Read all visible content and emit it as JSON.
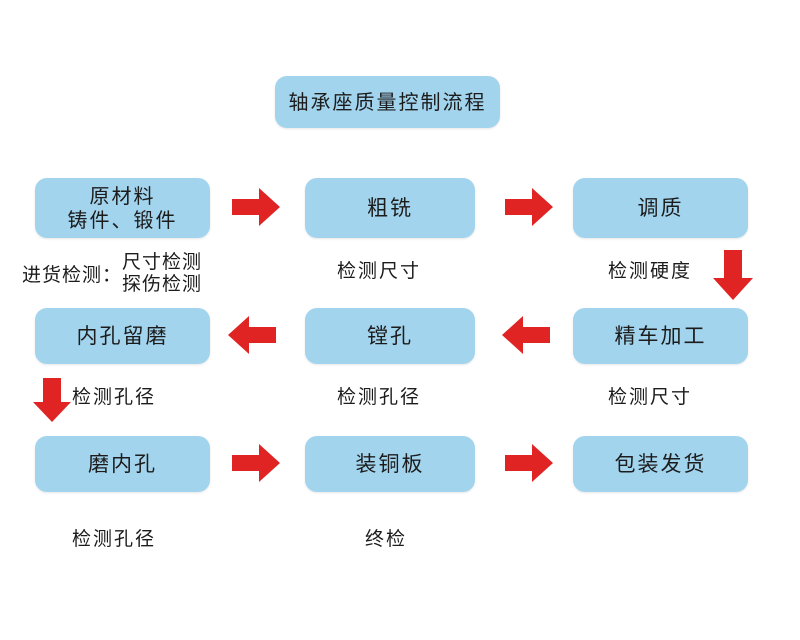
{
  "diagram": {
    "title": "轴承座质量控制流程",
    "accent_box_color": "#a3d4ee",
    "accent_arrow_color": "#e02424",
    "background_color": "#ffffff",
    "nodes": [
      {
        "id": "raw-material",
        "label_line1": "原材料",
        "label_line2": "铸件、锻件"
      },
      {
        "id": "rough-milling",
        "label": "粗铣"
      },
      {
        "id": "quench-temper",
        "label": "调质"
      },
      {
        "id": "bore-grind-reserve",
        "label": "内孔留磨"
      },
      {
        "id": "boring",
        "label": "镗孔"
      },
      {
        "id": "fine-turning",
        "label": "精车加工"
      },
      {
        "id": "grind-inner-hole",
        "label": "磨内孔"
      },
      {
        "id": "install-copper-plate",
        "label": "装铜板"
      },
      {
        "id": "packing-shipping",
        "label": "包装发货"
      }
    ],
    "captions": {
      "incoming_prefix": "进货检测：",
      "incoming_line1": "尺寸检测",
      "incoming_line2": "探伤检测",
      "check_dimension_row1": "检测尺寸",
      "check_hardness": "检测硬度",
      "check_bore_left_row2": "检测孔径",
      "check_bore_mid_row2": "检测孔径",
      "check_dimension_row2": "检测尺寸",
      "check_bore_row3": "检测孔径",
      "final_inspection": "终检"
    },
    "arrows": [
      {
        "id": "arrow-raw-to-rough",
        "direction": "right"
      },
      {
        "id": "arrow-rough-to-quench",
        "direction": "right"
      },
      {
        "id": "arrow-quench-to-fine-turning",
        "direction": "down"
      },
      {
        "id": "arrow-fine-turning-to-boring",
        "direction": "left"
      },
      {
        "id": "arrow-boring-to-reserve",
        "direction": "left"
      },
      {
        "id": "arrow-reserve-to-grind",
        "direction": "down"
      },
      {
        "id": "arrow-grind-to-copper",
        "direction": "right"
      },
      {
        "id": "arrow-copper-to-packing",
        "direction": "right"
      }
    ]
  }
}
